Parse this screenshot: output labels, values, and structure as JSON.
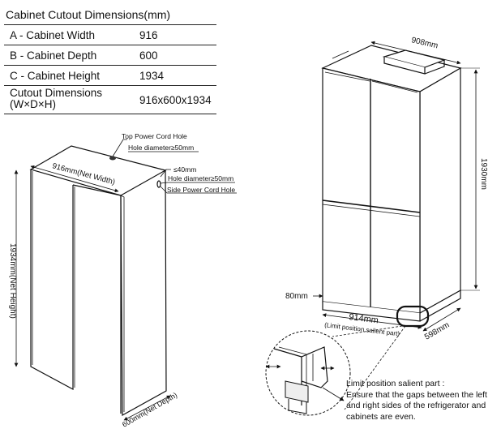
{
  "table": {
    "title": "Cabinet Cutout Dimensions(mm)",
    "rows": [
      {
        "label": "A - Cabinet Width",
        "value": "916"
      },
      {
        "label": "B - Cabinet Depth",
        "value": "600"
      },
      {
        "label": "C - Cabinet Height",
        "value": "1934"
      },
      {
        "label_line1": "Cutout Dimensions",
        "label_line2": "(W×D×H)",
        "value": "916x600x1934"
      }
    ]
  },
  "cabinet": {
    "top_hole_title": "Top Power Cord Hole",
    "top_hole_spec": "Hole diameter≥50mm",
    "width_label": "916mm(Net Width)",
    "side_offset": "≤40mm",
    "side_hole_spec": "Hole diameter≥50mm",
    "side_hole_title": "Side Power Cord Hole",
    "height_label": "1934mm(Net Height)",
    "depth_label": "600mm(Net Depth)"
  },
  "fridge": {
    "width_label": "908mm",
    "height_label": "1930mm",
    "offset_label": "80mm",
    "limit_width_label": "914mm",
    "limit_width_note": "(Limit position salient part)",
    "depth_label": "598mm"
  },
  "note": {
    "line1": "Limit position salient part :",
    "line2": "Ensure that the gaps between the left",
    "line3": "and right sides of the refrigerator and",
    "line4": "cabinets are even."
  }
}
